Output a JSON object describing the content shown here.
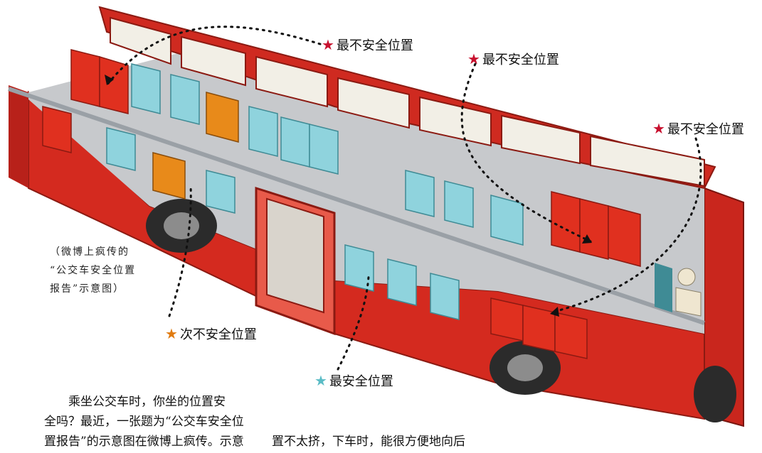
{
  "labels": {
    "unsafe_1": "最不安全位置",
    "unsafe_2": "最不安全位置",
    "unsafe_3": "最不安全位置",
    "second_unsafe": "次不安全位置",
    "safest": "最安全位置"
  },
  "star_glyph": "★",
  "colors": {
    "unsafe_star": "#c8102e",
    "second_star": "#e07b10",
    "safe_star": "#5bbcc6",
    "bus_red": "#d42a1f",
    "seat_blue": "#8fd3dd",
    "seat_orange": "#e88a1a",
    "seat_red": "#e0301f"
  },
  "caption": {
    "line1": "（微博上疯传的",
    "line2": "“公交车安全位置",
    "line3": "报告”示意图）"
  },
  "article": {
    "col1_line1": "　　乘坐公交车时，你坐的位置安",
    "col1_line2": "全吗？最近，一张题为“公交车安全位",
    "col1_line3": "置报告”的示意图在微博上疯传。示意",
    "col2_line1": "置不太挤，下车时，能很方便地向后"
  }
}
